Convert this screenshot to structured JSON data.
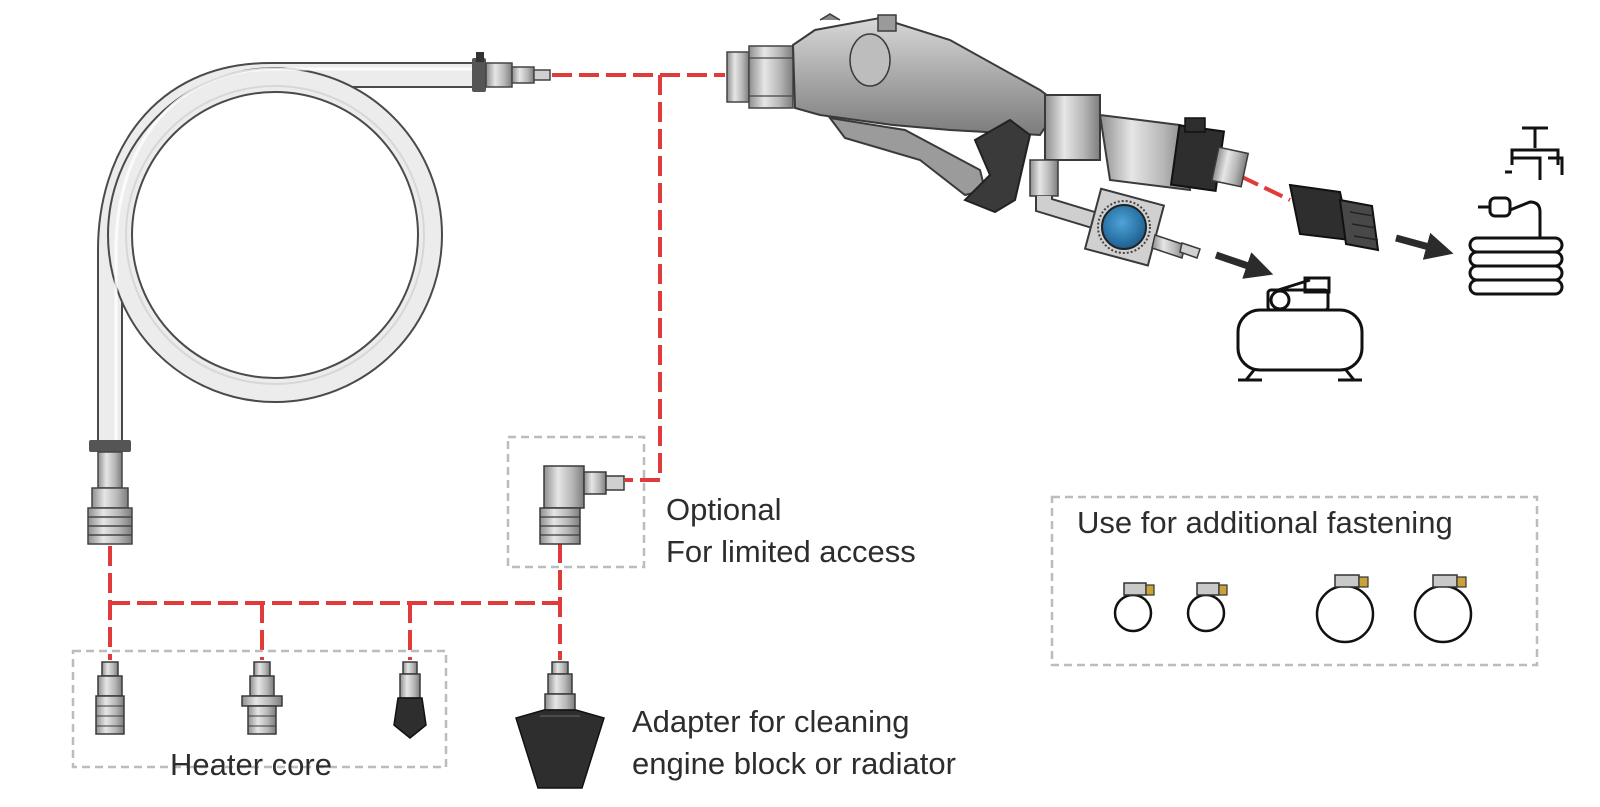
{
  "labels": {
    "optional_line1": "Optional",
    "optional_line2": "For limited access",
    "fastening": "Use for additional fastening",
    "adapter_line1": "Adapter for cleaning",
    "adapter_line2": "engine block or radiator",
    "heater_core": "Heater core"
  },
  "icons": {
    "tap": "water-tap-icon",
    "hose": "garden-hose-icon",
    "compressor": "air-compressor-icon"
  },
  "colors": {
    "connection_line": "#e03a3a",
    "dashed_box": "#bcbcbc",
    "arrow": "#2b2b2b",
    "text": "#2d2d2d",
    "hose_fill": "#ececec",
    "metal": "#c9c9c9"
  }
}
